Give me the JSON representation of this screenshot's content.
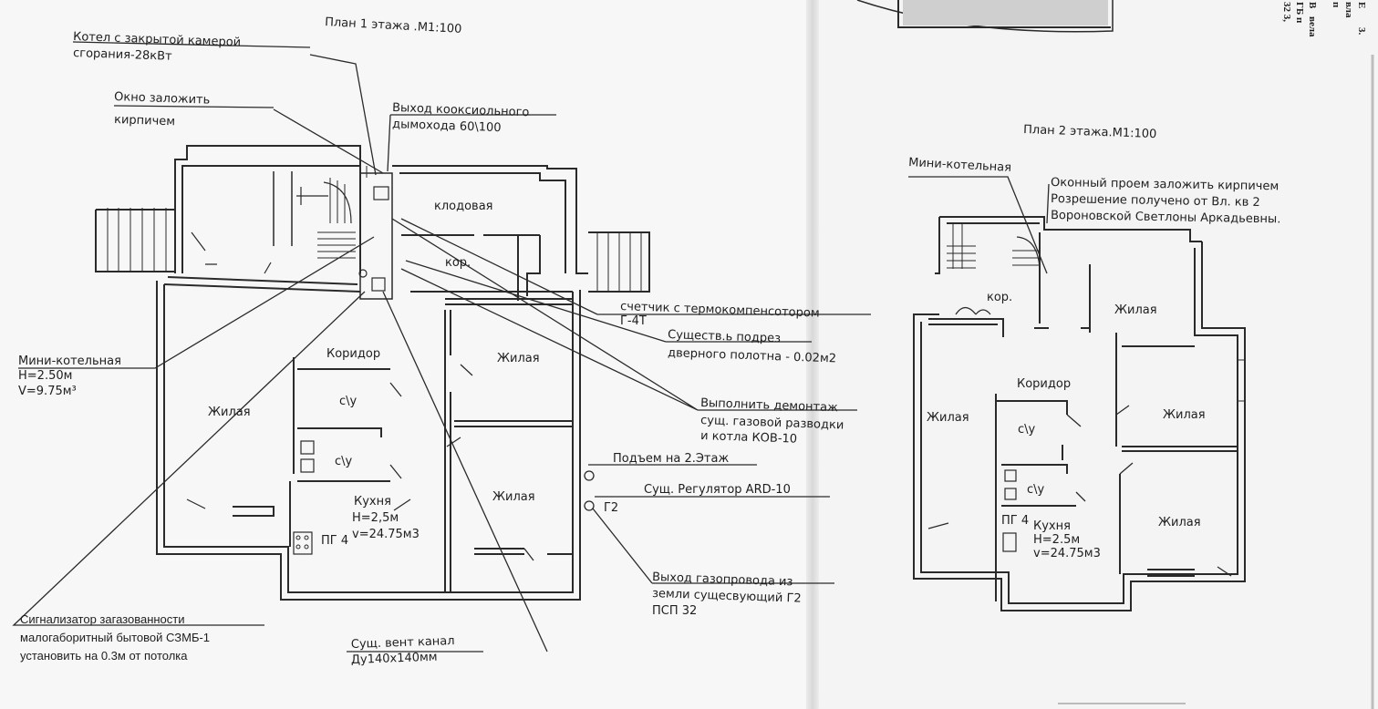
{
  "plan1": {
    "title": "План 1 этажа .М1:100",
    "rooms": {
      "storage": "клодовая",
      "corridor_small": "кор.",
      "corridor": "Коридор",
      "living_left": "Жилая",
      "living_mid_top": "Жилая",
      "living_mid_bottom": "Жилая",
      "bath1": "с\\у",
      "bath2": "с\\у",
      "kitchen_name": "Кухня",
      "kitchen_h": "Н=2,5м",
      "kitchen_v": "v=24.75м3",
      "stove": "ПГ 4"
    },
    "callouts": {
      "boiler_l1": "Котел с закрытой камерой",
      "boiler_l2": "сгорания-28кВт",
      "window_l1": "Окно заложить",
      "window_l2": "кирпичем",
      "flue_l1": "Выход кооксиольного",
      "flue_l2": "дымохода 60\\100",
      "mini_l1": "Мини-котельная",
      "mini_l2": "Н=2.50м",
      "mini_l3": "V=9.75м³",
      "meter_l1": "счетчик с термокомпенсотором",
      "meter_l2": "Г-4Т",
      "door_l1": "Существ.ь подрез",
      "door_l2": "дверного полотна - 0.02м2",
      "dismantle_l1": "Выполнить демонтаж",
      "dismantle_l2": "сущ. газовой разводки",
      "dismantle_l3": "и котла КОВ-10",
      "rise": "Подъем на 2.Этаж",
      "regulator": "Сущ. Регулятор ARD-10",
      "g2": "Г2",
      "pipe_l1": "Выход газопровода из",
      "pipe_l2": "земли сущесвующий Г2",
      "pipe_l3": "ПСП 32",
      "vent_l1": "Сущ. вент канал",
      "vent_l2": "Ду140х140мм",
      "sensor_l1": "Сигнализатор загазованности",
      "sensor_l2": "малогаборитный бытовой СЗМБ-1",
      "sensor_l3": "установить на 0.3м от потолка"
    }
  },
  "plan2": {
    "title": "План 2 этажа.М1:100",
    "rooms": {
      "corridor_small": "кор.",
      "corridor": "Коридор",
      "living_top": "Жилая",
      "living_left": "Жилая",
      "living_right1": "Жилая",
      "living_right2": "Жилая",
      "bath1": "с\\у",
      "bath2": "с\\у",
      "stove": "ПГ 4",
      "kitchen_name": "Кухня",
      "kitchen_h": "Н=2.5м",
      "kitchen_v": "v=24.75м3"
    },
    "callouts": {
      "mini": "Мини-котельная",
      "window_l1": "Оконный проем заложить кирпичем",
      "window_l2": "Розрешение получено от Вл. кв 2",
      "window_l3": "Вороновской Светлоны Аркадьевны."
    }
  },
  "margin_text": {
    "col1": [
      "В",
      "вела",
      "ГБ п",
      "32 3,"
    ],
    "col2": [
      "Е",
      "вла",
      "п",
      "3."
    ]
  },
  "colors": {
    "ink": "#2a2a2a",
    "paper": "#f7f7f7"
  }
}
